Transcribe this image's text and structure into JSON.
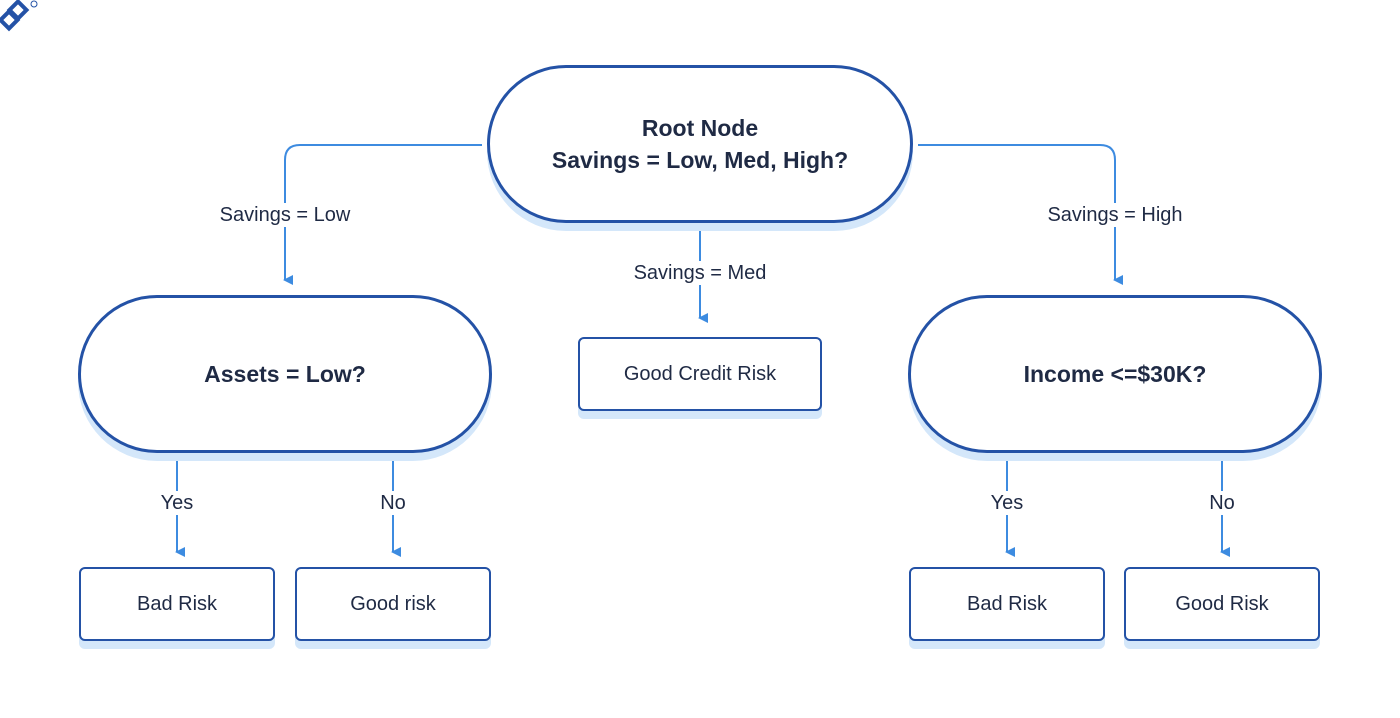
{
  "root": {
    "title": "Root Node",
    "question": "Savings = Low, Med, High?"
  },
  "branches": {
    "low": "Savings = Low",
    "med": "Savings = Med",
    "high": "Savings = High"
  },
  "left_node": {
    "question": "Assets = Low?",
    "yes_label": "Yes",
    "no_label": "No",
    "yes_leaf": "Bad Risk",
    "no_leaf": "Good risk"
  },
  "middle_leaf": "Good Credit Risk",
  "right_node": {
    "question": "Income <=$30K?",
    "yes_label": "Yes",
    "no_label": "No",
    "yes_leaf": "Bad Risk",
    "no_leaf": "Good Risk"
  },
  "colors": {
    "node_border": "#2452a6",
    "arrow": "#3d8be0",
    "shadow": "#d4e7fa",
    "text": "#1f2a44"
  }
}
